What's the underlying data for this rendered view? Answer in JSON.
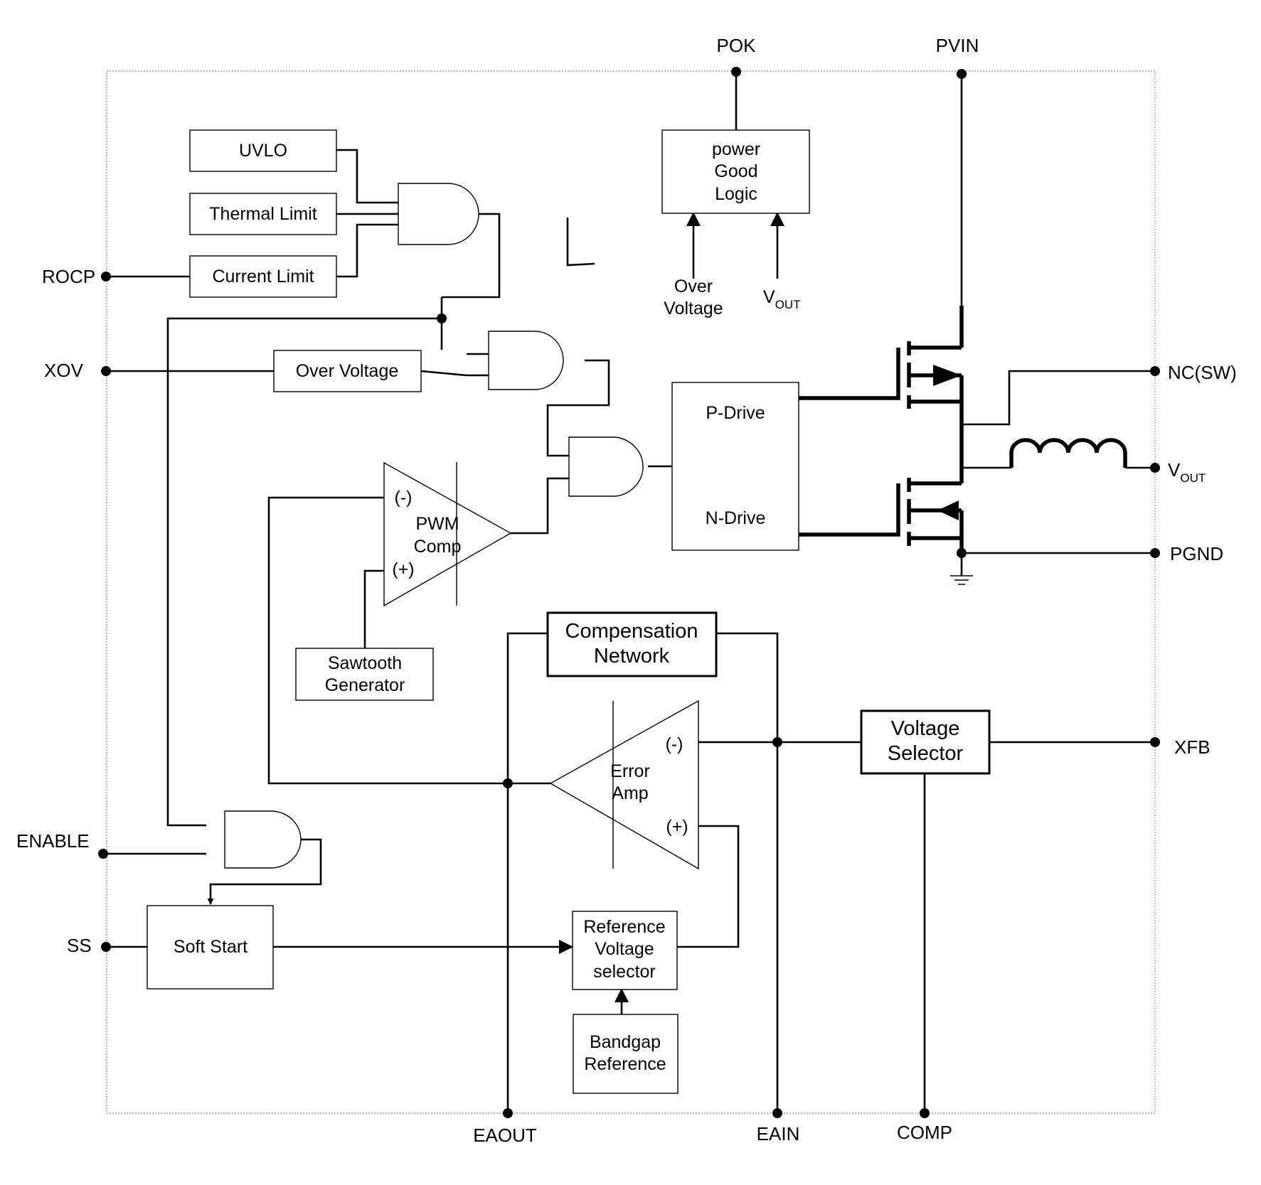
{
  "pins": {
    "pok": "POK",
    "pvin": "PVIN",
    "rocp": "ROCP",
    "xov": "XOV",
    "nc_sw": "NC(SW)",
    "vout_main": "V",
    "vout_sub": "OUT",
    "pgnd": "PGND",
    "xfb": "XFB",
    "enable": "ENABLE",
    "ss": "SS",
    "eaout": "EAOUT",
    "eain": "EAIN",
    "comp": "COMP"
  },
  "blocks": {
    "uvlo": "UVLO",
    "thermal_limit": "Thermal Limit",
    "current_limit": "Current Limit",
    "over_voltage": "Over Voltage",
    "power_good": [
      "power",
      "Good",
      "Logic"
    ],
    "p_drive": "P-Drive",
    "n_drive": "N-Drive",
    "pwm_comp": [
      "PWM",
      "Comp"
    ],
    "sawtooth": [
      "Sawtooth",
      "Generator"
    ],
    "compensation": [
      "Compensation",
      "Network"
    ],
    "error_amp": [
      "Error",
      "Amp"
    ],
    "voltage_selector": [
      "Voltage",
      "Selector"
    ],
    "soft_start": "Soft Start",
    "ref_selector": [
      "Reference",
      "Voltage",
      "selector"
    ],
    "bandgap": [
      "Bandgap",
      "Reference"
    ]
  },
  "inputs": {
    "pg_over_voltage": [
      "Over",
      "Voltage"
    ],
    "pg_vout_main": "V",
    "pg_vout_sub": "OUT",
    "minus": "(-)",
    "plus": "(+)"
  }
}
